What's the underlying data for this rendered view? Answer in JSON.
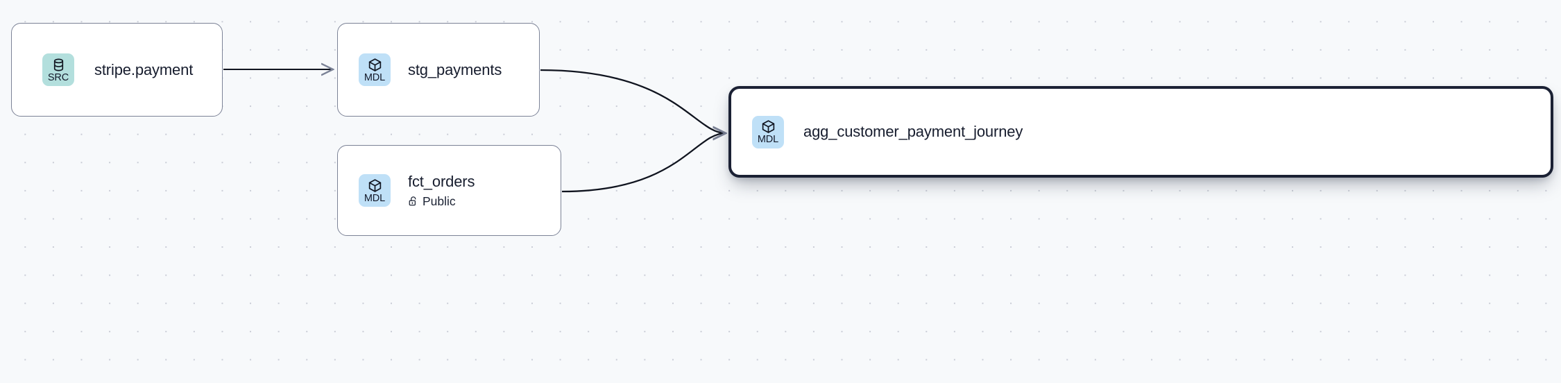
{
  "graph": {
    "type": "lineage-dag",
    "background_color": "#f7f9fb",
    "grid_dot_color": "#c9ccd6",
    "nodes": [
      {
        "id": "stripe-payment",
        "title": "stripe.payment",
        "badge_text": "SRC",
        "badge_kind": "source",
        "badge_icon": "database-icon",
        "badge_color": "#b3dfdd",
        "subtitle": null,
        "subtitle_icon": null,
        "selected": false
      },
      {
        "id": "stg-payments",
        "title": "stg_payments",
        "badge_text": "MDL",
        "badge_kind": "model",
        "badge_icon": "cube-icon",
        "badge_color": "#bfe0f7",
        "subtitle": null,
        "subtitle_icon": null,
        "selected": false
      },
      {
        "id": "fct-orders",
        "title": "fct_orders",
        "badge_text": "MDL",
        "badge_kind": "model",
        "badge_icon": "cube-icon",
        "badge_color": "#bfe0f7",
        "subtitle": "Public",
        "subtitle_icon": "unlock-icon",
        "selected": false
      },
      {
        "id": "agg-journey",
        "title": "agg_customer_payment_journey",
        "badge_text": "MDL",
        "badge_kind": "model",
        "badge_icon": "cube-icon",
        "badge_color": "#bfe0f7",
        "subtitle": null,
        "subtitle_icon": null,
        "selected": true,
        "selected_border_color": "#1b2134"
      }
    ],
    "edges": [
      {
        "from": "stripe-payment",
        "to": "stg-payments",
        "style": "straight",
        "color": "#10141f"
      },
      {
        "from": "stg-payments",
        "to": "agg-journey",
        "style": "bezier",
        "color": "#10141f"
      },
      {
        "from": "fct-orders",
        "to": "agg-journey",
        "style": "bezier",
        "color": "#10141f"
      }
    ]
  }
}
